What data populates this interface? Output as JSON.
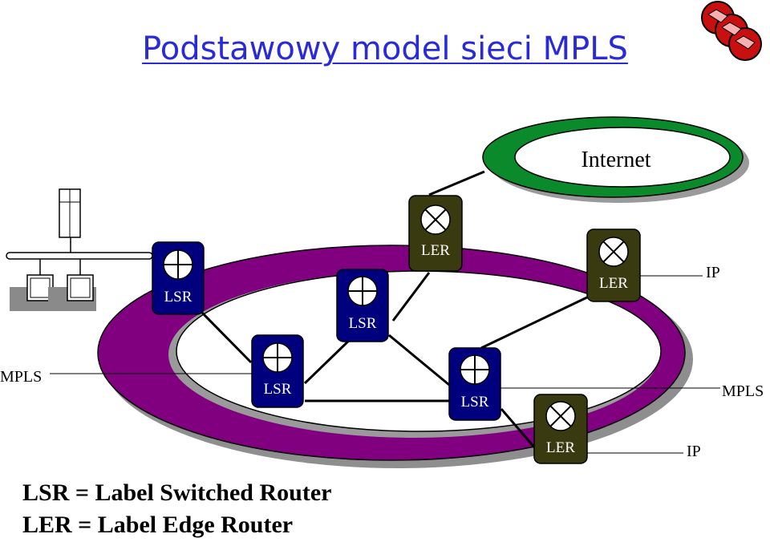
{
  "slide": {
    "title": "Podstawowy model sieci MPLS",
    "internet_label": "Internet",
    "labels": {
      "mpls_left": "MPLS",
      "mpls_right": "MPLS",
      "ip_top": "IP",
      "ip_bottom": "IP"
    },
    "nodes": {
      "lsr1": "LSR",
      "lsr2": "LSR",
      "lsr3": "LSR",
      "lsr4": "LSR",
      "ler1": "LER",
      "ler2": "LER",
      "ler3": "LER"
    },
    "legend": [
      "LSR = Label Switched Router",
      "LER = Label Edge Router"
    ]
  },
  "colors": {
    "title": "#2a2ad6",
    "mpls_ring": "#800080",
    "internet_ring": "#0a8a2a",
    "lsr_box": "#00007f",
    "ler_box": "#3a3a10"
  },
  "icons": [
    "lsr-router-icon",
    "ler-router-icon",
    "workstation-icon",
    "server-icon",
    "logo-icon"
  ]
}
